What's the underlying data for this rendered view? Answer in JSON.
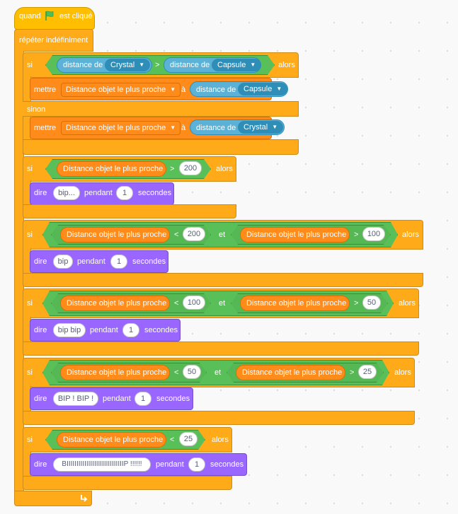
{
  "hat": {
    "when": "quand",
    "clicked": "est cliqué",
    "flag_icon": "green-flag-icon"
  },
  "forever": {
    "label": "répéter indéfiniment",
    "loop_icon": "loop-arrow-icon"
  },
  "block1": {
    "if": "si",
    "then": "alors",
    "else": "sinon",
    "cond": {
      "left_prefix": "distance de",
      "left_target": "Crystal",
      "op": ">",
      "right_prefix": "distance de",
      "right_target": "Capsule"
    },
    "set_then": {
      "label": "mettre",
      "var": "Distance objet le plus proche",
      "to": "à",
      "value_prefix": "distance de",
      "value_target": "Capsule"
    },
    "set_else": {
      "label": "mettre",
      "var": "Distance objet le plus proche",
      "to": "à",
      "value_prefix": "distance de",
      "value_target": "Crystal"
    }
  },
  "block2": {
    "if": "si",
    "then": "alors",
    "reporter": "Distance objet le plus proche",
    "op": ">",
    "value": "200",
    "say": {
      "label": "dire",
      "message": "bip...",
      "for": "pendant",
      "secs": "1",
      "unit": "secondes"
    }
  },
  "block3": {
    "if": "si",
    "then": "alors",
    "and": "et",
    "left": {
      "reporter": "Distance objet le plus proche",
      "op": "<",
      "value": "200"
    },
    "right": {
      "reporter": "Distance objet le plus proche",
      "op": ">",
      "value": "100"
    },
    "say": {
      "label": "dire",
      "message": "bip",
      "for": "pendant",
      "secs": "1",
      "unit": "secondes"
    }
  },
  "block4": {
    "if": "si",
    "then": "alors",
    "and": "et",
    "left": {
      "reporter": "Distance objet le plus proche",
      "op": "<",
      "value": "100"
    },
    "right": {
      "reporter": "Distance objet le plus proche",
      "op": ">",
      "value": "50"
    },
    "say": {
      "label": "dire",
      "message": "bip bip",
      "for": "pendant",
      "secs": "1",
      "unit": "secondes"
    }
  },
  "block5": {
    "if": "si",
    "then": "alors",
    "and": "et",
    "left": {
      "reporter": "Distance objet le plus proche",
      "op": "<",
      "value": "50"
    },
    "right": {
      "reporter": "Distance objet le plus proche",
      "op": ">",
      "value": "25"
    },
    "say": {
      "label": "dire",
      "message": "BIP ! BIP !",
      "for": "pendant",
      "secs": "1",
      "unit": "secondes"
    }
  },
  "block6": {
    "if": "si",
    "then": "alors",
    "reporter": "Distance objet le plus proche",
    "op": "<",
    "value": "25",
    "say": {
      "label": "dire",
      "message": "BIIIIIIIIIIIIIIIIIIIIIIIIIIIIIP !!!!!!",
      "for": "pendant",
      "secs": "1",
      "unit": "secondes"
    }
  },
  "colors": {
    "events": "#ffbf00",
    "control": "#ffab19",
    "variables": "#ff8c1a",
    "operators": "#59c059",
    "sensing": "#5cb1d6",
    "looks": "#9966ff"
  }
}
